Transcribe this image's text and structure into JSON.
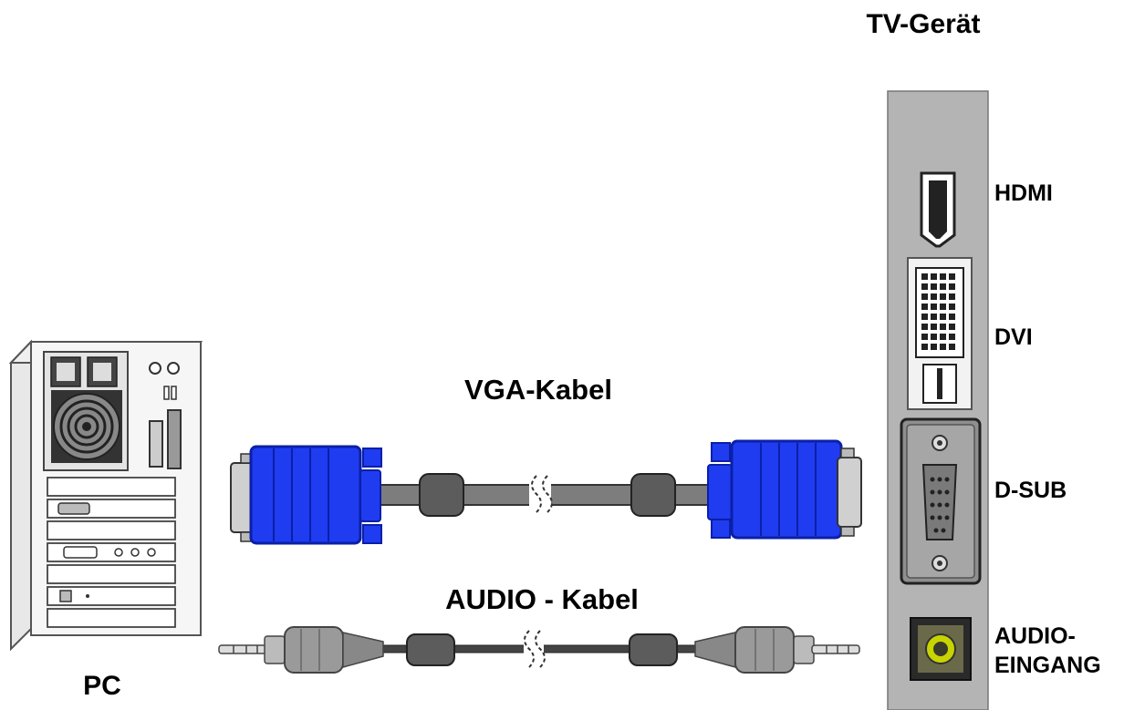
{
  "labels": {
    "tv_title": "TV-Gerät",
    "pc_label": "PC",
    "vga_cable": "VGA-Kabel",
    "audio_cable": "AUDIO - Kabel",
    "port_hdmi": "HDMI",
    "port_dvi": "DVI",
    "port_dsub": "D-SUB",
    "port_audio_line1": "AUDIO-",
    "port_audio_line2": "EINGANG"
  },
  "colors": {
    "connector_blue": "#1f3cf0",
    "connector_blue_dark": "#0b1fa8",
    "cable_gray": "#7d7d7d",
    "ferrite": "#5c5c5c",
    "tv_panel": "#b4b4b4",
    "audio_ring": "#c8d400"
  },
  "icons": {
    "pc": "pc-tower-icon",
    "vga": "vga-cable-icon",
    "audio": "audio-cable-icon",
    "hdmi": "hdmi-port-icon",
    "dvi": "dvi-port-icon",
    "dsub": "dsub-port-icon",
    "audio_in": "audio-jack-icon"
  }
}
